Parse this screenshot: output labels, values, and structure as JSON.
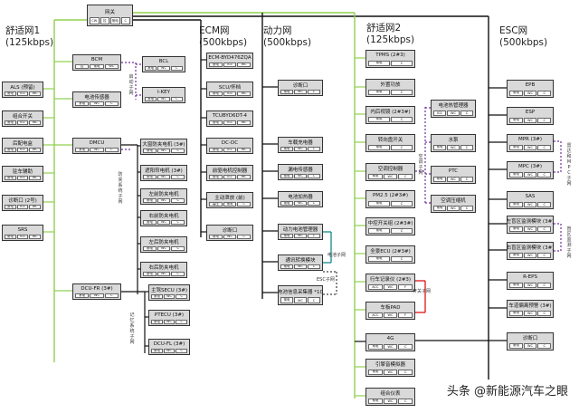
{
  "colors": {
    "bus_green": "#92d050",
    "bus_black": "#111111",
    "bus_purple": "#7030a0",
    "bus_red": "#e00000",
    "bus_teal": "#008080",
    "node_fill": "#d9d9d9"
  },
  "networks": {
    "comfort1": {
      "name": "舒适网1",
      "rate": "(125kbps)"
    },
    "ecm": {
      "name": "ECM网",
      "rate": "(500kbps)"
    },
    "power": {
      "name": "动力网",
      "rate": "(500kbps)"
    },
    "comfort2": {
      "name": "舒适网2",
      "rate": "(125kbps)"
    },
    "esc": {
      "name": "ESC网",
      "rate": "(500kbps)"
    }
  },
  "gateway": {
    "name": "网关",
    "tags": [
      "CW",
      "控",
      "常电",
      "C"
    ]
  },
  "comfort1_nodes": [
    {
      "name": "ALS (预留)",
      "tags": [
        "常电",
        "IG1",
        "WC"
      ]
    },
    {
      "name": "组合开关",
      "tags": [
        "常电",
        "IG1",
        "WC"
      ]
    },
    {
      "name": "后配电盒",
      "tags": [
        "常电",
        "IG1",
        "WC"
      ]
    },
    {
      "name": "驻车辅助",
      "tags": [
        "常电",
        "IG1",
        "WC"
      ]
    },
    {
      "name": "诊断口 (2号)",
      "tags": [
        "常电",
        "IG1",
        "WC"
      ]
    },
    {
      "name": "SRS",
      "tags": [
        "常电",
        "IG1",
        "WC"
      ]
    }
  ],
  "comfort1_mid": [
    {
      "name": "BCM",
      "tags": [
        "控",
        "常电",
        "WC"
      ]
    },
    {
      "name": "电池传感器",
      "tags": [
        "常电",
        "WC",
        "C"
      ]
    },
    {
      "name": "DMCU",
      "tags": [
        "常电",
        "WC",
        "C"
      ]
    },
    {
      "name": "DCU-FR (3#)",
      "tags": [
        "常电",
        "WC",
        "C"
      ]
    }
  ],
  "bcm_sub": [
    {
      "name": "BCL",
      "tags": [
        "常电",
        "WC",
        "C"
      ]
    },
    {
      "name": "I-KEY",
      "tags": [
        "常电",
        "WC",
        "C"
      ]
    }
  ],
  "door_nodes": [
    {
      "name": "大窗防夹电机 (3#)",
      "tags": [
        "常电",
        "WC",
        "C"
      ]
    },
    {
      "name": "遮阳帘电机 (3#)",
      "tags": [
        "常电",
        "WC",
        "C"
      ]
    },
    {
      "name": "左前防夹电机",
      "tags": [
        "常电",
        "WC",
        "C"
      ]
    },
    {
      "name": "右前防夹电机",
      "tags": [
        "常电",
        "WC",
        "C"
      ]
    },
    {
      "name": "左后防夹电机",
      "tags": [
        "常电",
        "WC",
        "C"
      ]
    },
    {
      "name": "右后防夹电机",
      "tags": [
        "常电",
        "WC",
        "C"
      ]
    }
  ],
  "memory_nodes": [
    {
      "name": "主驾SECU (3#)",
      "tags": [
        "常电",
        "WC",
        "C"
      ]
    },
    {
      "name": "PTECU (3#)",
      "tags": [
        "常电",
        "WC",
        "C"
      ]
    },
    {
      "name": "DCU-FL (3#)",
      "tags": [
        "常电",
        "WC",
        "C"
      ]
    }
  ],
  "ecm_nodes": [
    {
      "name": "ECM-BYD476ZQA",
      "tags": [
        "常电",
        "IG1",
        "WC"
      ]
    },
    {
      "name": "SCU/怀档",
      "tags": [
        "常电",
        "IG1",
        "WC"
      ]
    },
    {
      "name": "TCUBYD6DT-4",
      "tags": [
        "常电",
        "IG1",
        "WC"
      ]
    },
    {
      "name": "DC-DC",
      "tags": [
        "常电",
        "IG1",
        "WC"
      ]
    },
    {
      "name": "前驱电机控制器",
      "tags": [
        "常电",
        "IG1",
        "WC"
      ]
    },
    {
      "name": "主动泄放 (前)",
      "tags": [
        "高压",
        "常电",
        "C"
      ]
    },
    {
      "name": "诊断口",
      "tags": [
        "常电",
        "WC",
        "C"
      ]
    }
  ],
  "power_nodes": [
    {
      "name": "诊断口",
      "tags": [
        "常电",
        "WC",
        "C"
      ]
    },
    {
      "name": "车载充电器",
      "tags": [
        "常电",
        "WC",
        "C"
      ]
    },
    {
      "name": "漏电传感器",
      "tags": [
        "常电",
        "WC",
        "C"
      ]
    },
    {
      "name": "电池加热器",
      "tags": [
        "常电",
        "WC",
        "C"
      ]
    },
    {
      "name": "动力电池管理器",
      "tags": [
        "常电",
        "WC",
        "C"
      ]
    },
    {
      "name": "通讯转换模块",
      "tags": [
        "常电",
        "WC",
        "C"
      ]
    },
    {
      "name": "电池信息采集器 *10",
      "tags": [
        "常电",
        "WC",
        "C"
      ]
    }
  ],
  "power_notes": {
    "bms_subnet": "电池子网",
    "esc_subnet": "ESC子网"
  },
  "comfort2_nodes": [
    {
      "name": "TPMS (2#3)",
      "tags": [
        "常电",
        "C"
      ]
    },
    {
      "name": "外置功放",
      "tags": [
        "常电",
        "C"
      ]
    },
    {
      "name": "内后视镜 (2#3#)",
      "tags": [
        "常电",
        "C"
      ]
    },
    {
      "name": "转向盘开关",
      "tags": [
        "常电",
        "C"
      ]
    },
    {
      "name": "空调控制器",
      "tags": [
        "常电",
        "WC",
        "C"
      ]
    },
    {
      "name": "PM2.5 (2#3#)",
      "tags": [
        "常电",
        "C"
      ]
    },
    {
      "name": "中控开关组 (2#3#)",
      "tags": [
        "常电",
        "C"
      ]
    },
    {
      "name": "全景ECU (2#3#)",
      "tags": [
        "常电",
        "C"
      ]
    },
    {
      "name": "行车记录仪 (2#3)",
      "tags": [
        "ACC",
        "WC",
        "F"
      ]
    },
    {
      "name": "车板PAD",
      "tags": [
        "ACC",
        "WC",
        "F"
      ]
    },
    {
      "name": "4G",
      "tags": [
        "常电",
        "WC",
        "C"
      ]
    },
    {
      "name": "引擎音模拟器",
      "tags": [
        "常电",
        "WC",
        "C"
      ]
    },
    {
      "name": "组合仪表",
      "tags": [
        "常电",
        "WC",
        "C"
      ]
    }
  ],
  "ac_sub": [
    {
      "name": "电池热管理器",
      "tags": [
        "IG1",
        "WC",
        "C"
      ]
    },
    {
      "name": "水泵",
      "tags": [
        "常电",
        "WC",
        "C"
      ]
    },
    {
      "name": "PTC",
      "tags": [
        "常电",
        "WC",
        "C"
      ]
    },
    {
      "name": "空调压缩机",
      "tags": [
        "常电",
        "WC",
        "C"
      ]
    }
  ],
  "comfort2_notes": {
    "ac_subnet": "空调子网",
    "video_subnet": "开关子网"
  },
  "esc_nodes": [
    {
      "name": "EPB",
      "tags": [
        "常电",
        "WC",
        "C"
      ]
    },
    {
      "name": "ESP",
      "tags": [
        "常电",
        "WC",
        "C"
      ]
    },
    {
      "name": "MPR (3#)",
      "tags": [
        "常电",
        "WC",
        "C"
      ]
    },
    {
      "name": "MPC (3#)",
      "tags": [
        "常电",
        "WC",
        "C"
      ]
    },
    {
      "name": "SAS",
      "tags": [
        "常电",
        "WC",
        "C"
      ]
    },
    {
      "name": "左盲区监测模块 (3#)",
      "tags": [
        "常电",
        "WC",
        "C"
      ]
    },
    {
      "name": "右盲区监测模块 (3#)",
      "tags": [
        "常电",
        "WC",
        "C"
      ]
    },
    {
      "name": "R-EPS",
      "tags": [
        "常电",
        "WC",
        "C"
      ]
    },
    {
      "name": "车道偏离预警 (3#)",
      "tags": [
        "常电",
        "WC",
        "C"
      ]
    },
    {
      "name": "诊断口",
      "tags": [
        "常电",
        "WC",
        "C"
      ]
    }
  ],
  "esc_notes": {
    "radar_subnet": "雷达和MPC子网",
    "blind_subnet": "盲区监测子网"
  },
  "comfort1_notes": {
    "bcm_subnet": "启动子网",
    "door_subnet": "防夹系统子网",
    "memory_subnet": "记忆系统子网"
  },
  "watermark": "头条 @新能源汽车之眼"
}
